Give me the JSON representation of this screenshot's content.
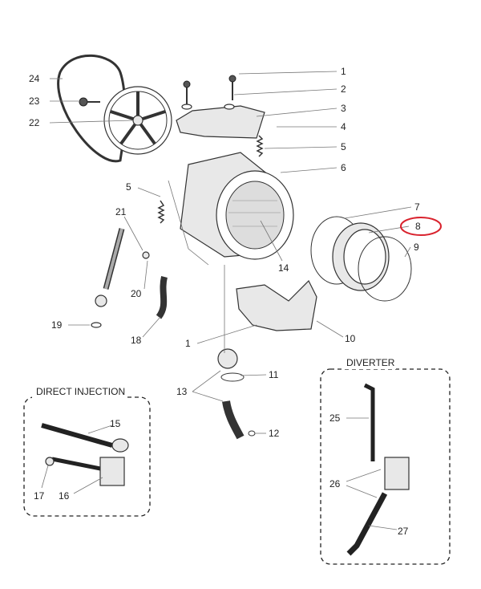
{
  "diagram": {
    "labels": {
      "p1_top": "1",
      "p2": "2",
      "p3": "3",
      "p4": "4",
      "p5_right": "5",
      "p6": "6",
      "p7": "7",
      "p8": "8",
      "p9": "9",
      "p24": "24",
      "p23": "23",
      "p22": "22",
      "p5_left": "5",
      "p21": "21",
      "p20": "20",
      "p19": "19",
      "p18": "18",
      "p14": "14",
      "p10": "10",
      "p1_bottom": "1",
      "p11": "11",
      "p13": "13",
      "p12": "12",
      "p15": "15",
      "p17": "17",
      "p16": "16",
      "p25": "25",
      "p26": "26",
      "p27": "27"
    },
    "groups": {
      "direct_injection": "DIRECT INJECTION",
      "diverter": "DIVERTER"
    },
    "highlight": {
      "part": "8",
      "color": "#d9232e"
    }
  }
}
